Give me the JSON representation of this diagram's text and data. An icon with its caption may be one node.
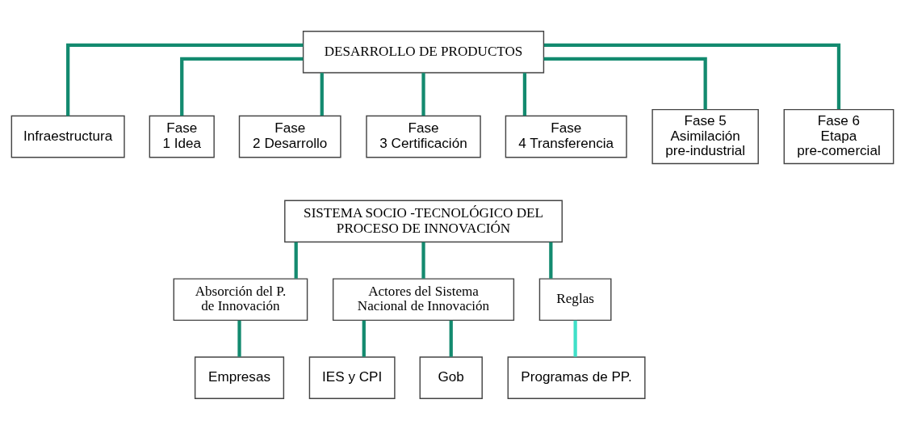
{
  "diagram": {
    "nodes": [
      {
        "text": [
          "DESARROLLO DE PRODUCTOS"
        ]
      },
      {
        "text": [
          "Infraestructura"
        ]
      },
      {
        "text": [
          "Fase 1 Idea"
        ]
      },
      {
        "text": [
          "Fase 2 Desarrollo"
        ]
      },
      {
        "text": [
          "Fase 3 Certificación"
        ]
      },
      {
        "text": [
          "Fase 4 Transferencia"
        ]
      },
      {
        "text": [
          "Fase 5 Asimilación pre-industrial"
        ]
      },
      {
        "text": [
          "Fase 6 Etapa pre-comercial"
        ]
      },
      {
        "text": [
          "SISTEMA SOCIO -TECNOLÓGICO DEL PROCESO DE INNOVACIÓN"
        ]
      },
      {
        "text": [
          "Absorción del P. de Innovación"
        ]
      },
      {
        "text": [
          "Actores del Sistema Nacional de Innovación"
        ]
      },
      {
        "text": [
          "Reglas"
        ]
      },
      {
        "text": [
          "Empresas"
        ]
      },
      {
        "text": [
          "IES y CPI"
        ]
      },
      {
        "text": [
          "Gob"
        ]
      },
      {
        "text": [
          "Programas de PP."
        ]
      }
    ],
    "edges": [
      {
        "from": 0,
        "to": 1,
        "arrow": "none"
      },
      {
        "from": 0,
        "to": 2,
        "arrow": "none"
      },
      {
        "from": 0,
        "to": 3,
        "arrow": "none"
      },
      {
        "from": 0,
        "to": 4,
        "arrow": "none"
      },
      {
        "from": 0,
        "to": 5,
        "arrow": "none"
      },
      {
        "from": 0,
        "to": 6,
        "arrow": "none"
      },
      {
        "from": 0,
        "to": 7,
        "arrow": "none"
      },
      {
        "from": 8,
        "to": 9,
        "arrow": "none"
      },
      {
        "from": 8,
        "to": 10,
        "arrow": "none"
      },
      {
        "from": 8,
        "to": 11,
        "arrow": "none"
      },
      {
        "from": 9,
        "to": 12,
        "arrow": "none"
      },
      {
        "from": 10,
        "to": 13,
        "arrow": "none"
      },
      {
        "from": 10,
        "to": 14,
        "arrow": "none"
      },
      {
        "from": 11,
        "to": 15,
        "arrow": "none",
        "color": "#40e0c8"
      }
    ]
  }
}
